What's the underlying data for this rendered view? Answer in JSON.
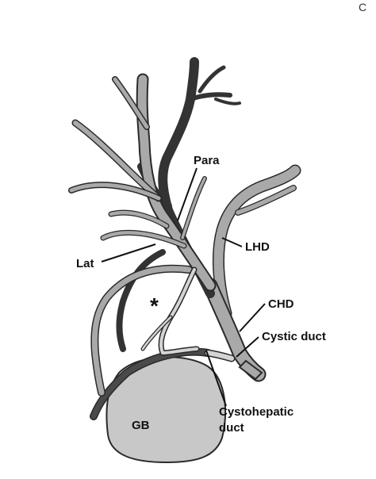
{
  "corner_letter": "C",
  "asterisk": "*",
  "labels": {
    "para": "Para",
    "lat": "Lat",
    "lhd": "LHD",
    "chd": "CHD",
    "cystic_duct": "Cystic duct",
    "cystohepatic_line1": "Cystohepatic",
    "cystohepatic_line2": "duct",
    "gb": "GB"
  },
  "colors": {
    "light_duct": "#a9a9a9",
    "dark_duct": "#4a4a4a",
    "pale_duct": "#d4d4d4",
    "gallbladder": "#c8c8c8",
    "outline": "#2a2a2a"
  }
}
